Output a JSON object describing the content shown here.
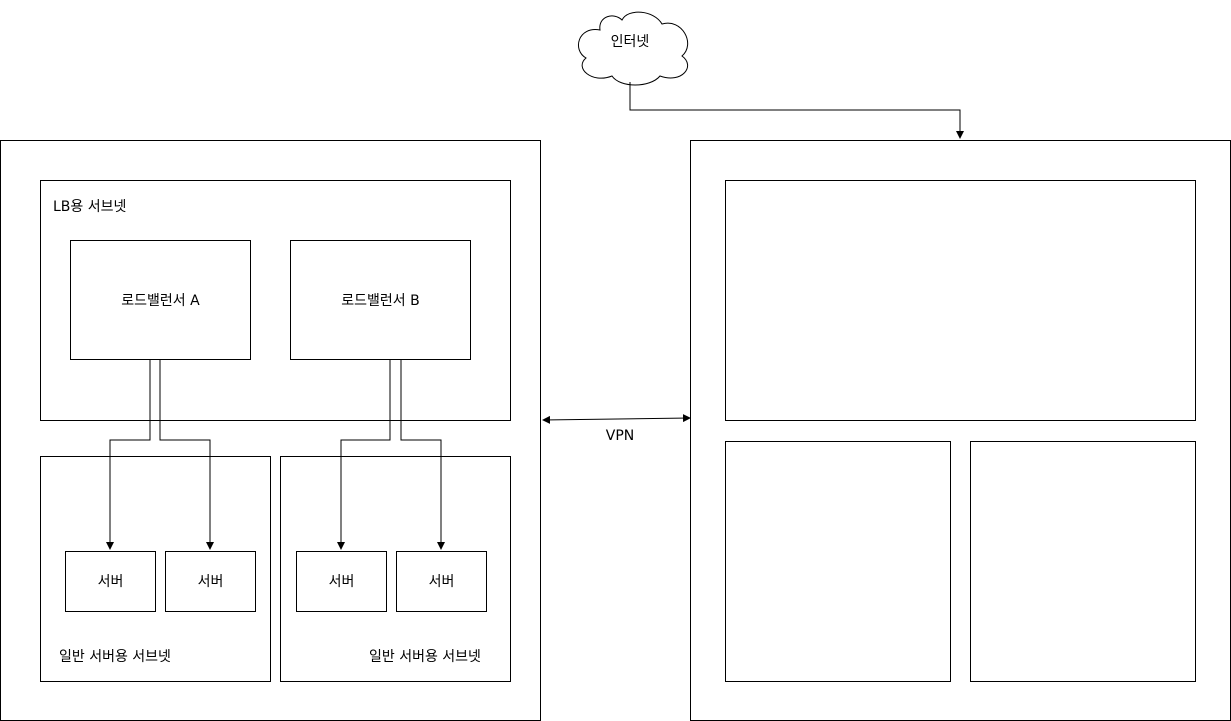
{
  "internet": {
    "label": "인터넷"
  },
  "left_network": {
    "lb_subnet": {
      "label": "LB용 서브넷",
      "load_balancers": [
        {
          "label": "로드밸런서 A"
        },
        {
          "label": "로드밸런서 B"
        }
      ]
    },
    "server_subnets": [
      {
        "label": "일반 서버용 서브넷",
        "servers": [
          {
            "label": "서버"
          },
          {
            "label": "서버"
          }
        ]
      },
      {
        "label": "일반 서버용 서브넷",
        "servers": [
          {
            "label": "서버"
          },
          {
            "label": "서버"
          }
        ]
      }
    ]
  },
  "vpn": {
    "label": "VPN"
  },
  "colors": {
    "stroke": "#000000",
    "background": "#ffffff"
  }
}
